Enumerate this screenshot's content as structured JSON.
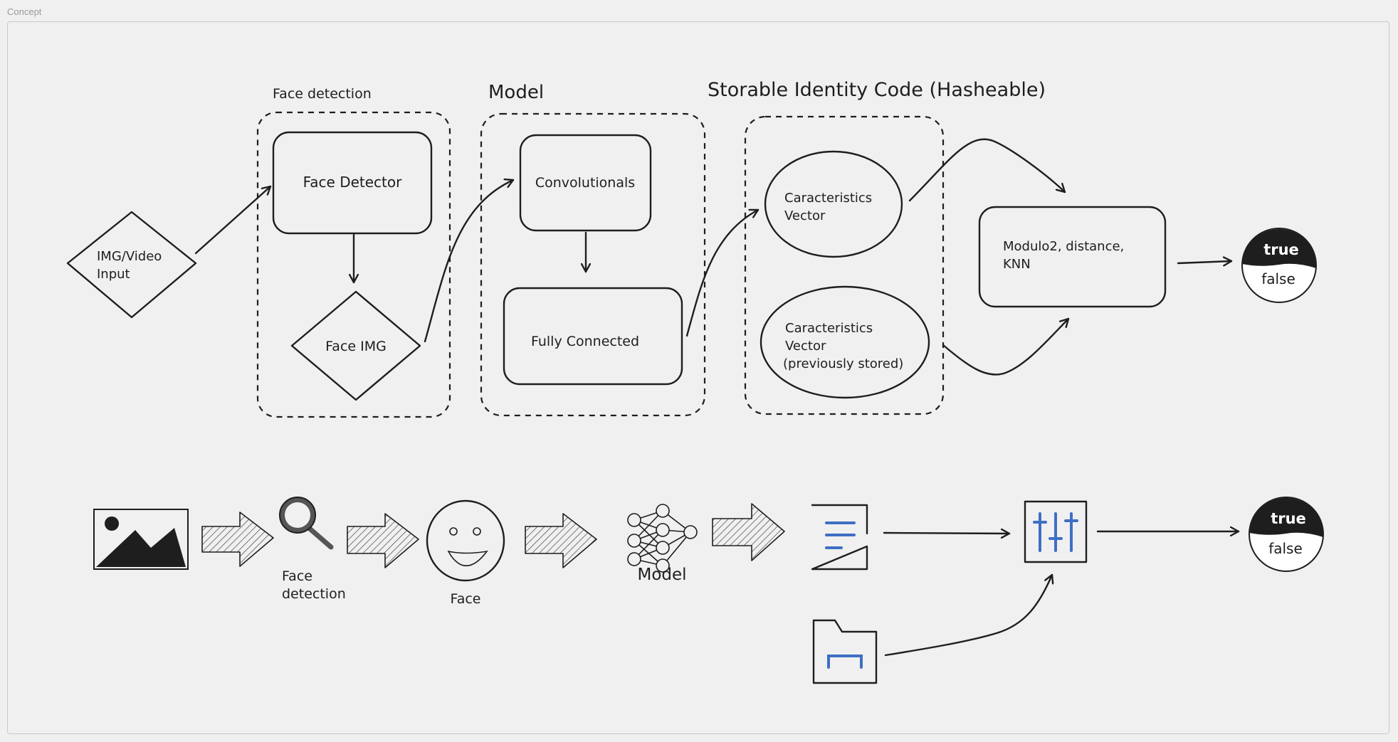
{
  "frame": {
    "label": "Concept"
  },
  "groups": {
    "face_detection": "Face detection",
    "model": "Model",
    "identity": "Storable Identity Code (Hasheable)"
  },
  "nodes": {
    "input": [
      "IMG/Video",
      "Input"
    ],
    "face_detector": "Face Detector",
    "face_img": "Face IMG",
    "convolutionals": "Convolutionals",
    "fully_connected": "Fully Connected",
    "vector": [
      "Caracteristics",
      "Vector"
    ],
    "vector_stored": [
      "Caracteristics",
      "Vector",
      "(previously stored)"
    ],
    "compare": [
      "Modulo2, distance,",
      "KNN"
    ],
    "result_true": "true",
    "result_false": "false"
  },
  "icons_row": {
    "face_detection_label": [
      "Face",
      "detection"
    ],
    "face_label": "Face",
    "model_label": "Model",
    "result_true": "true",
    "result_false": "false"
  },
  "icons": [
    "image-icon",
    "magnifier-icon",
    "smiley-face-icon",
    "neural-network-icon",
    "document-icon",
    "folder-icon",
    "sliders-icon",
    "true-false-icon"
  ]
}
